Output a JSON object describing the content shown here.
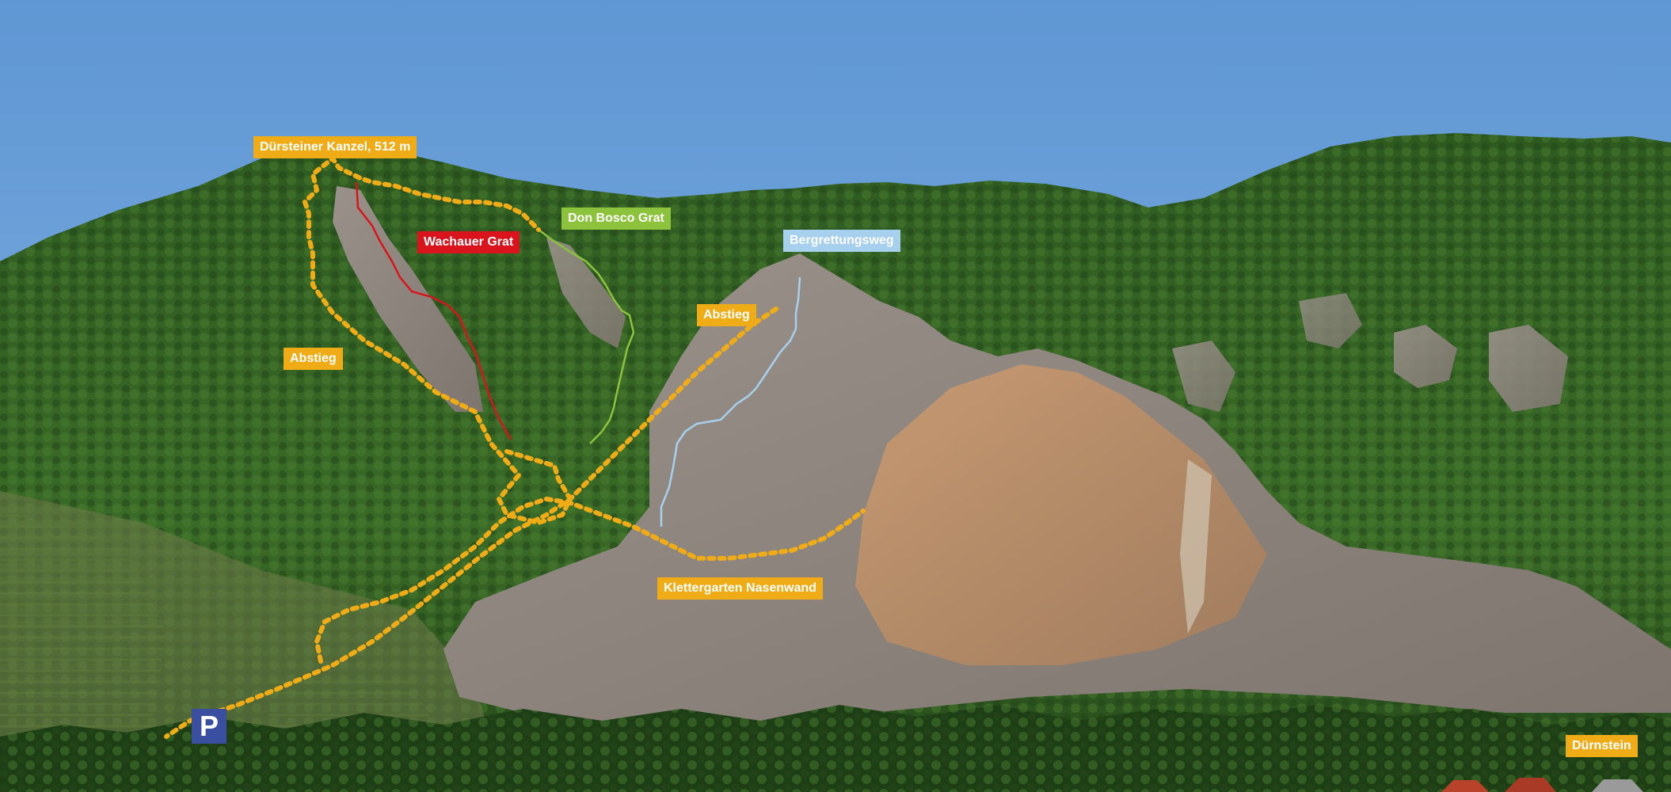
{
  "labels": {
    "summit": "Dürsteiner Kanzel, 512 m",
    "wachauer_grat": "Wachauer Grat",
    "don_bosco_grat": "Don Bosco Grat",
    "bergrettungsweg": "Bergrettungsweg",
    "abstieg_left": "Abstieg",
    "abstieg_right": "Abstieg",
    "klettergarten": "Klettergarten Nasenwand",
    "duernstein": "Dürnstein",
    "parking": "P"
  },
  "colors": {
    "sky": "#6a9ed6",
    "forest": "#2f5a1e",
    "rock": "#8f877f",
    "rock_orange": "#b58a66",
    "route_wachauer_grat": "#d9141c",
    "route_don_bosco_grat": "#8dc33c",
    "route_bergrettungsweg": "#a7d0ee",
    "route_abstieg": "#f0ac17",
    "parking_sign": "#3a4fa0"
  }
}
